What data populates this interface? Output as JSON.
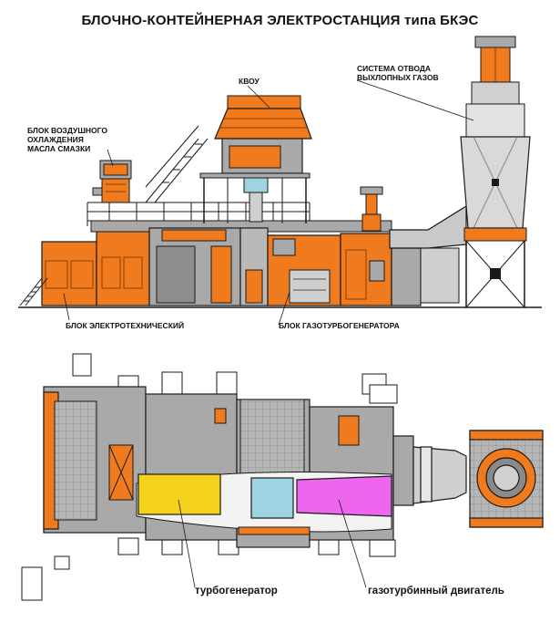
{
  "title": "БЛОЧНО-КОНТЕЙНЕРНАЯ ЭЛЕКТРОСТАНЦИЯ  типа БКЭС",
  "labels": {
    "kvou": "КВОУ",
    "exhaust_line1": "СИСТЕМА ОТВОДА",
    "exhaust_line2": "ВЫХЛОПНЫХ ГАЗОВ",
    "oil_line1": "БЛОК ВОЗДУШНОГО",
    "oil_line2": "ОХЛАЖДЕНИЯ",
    "oil_line3": "МАСЛА СМАЗКИ",
    "electro_block": "БЛОК ЭЛЕКТРОТЕХНИЧЕСКИЙ",
    "gtg_block": "БЛОК ГАЗОТУРБОГЕНЕРАТОРА",
    "turbogenerator": "турбогенератор",
    "gas_turbine": "газотурбинный двигатель"
  },
  "colors": {
    "orange": "#f07b1e",
    "gray": "#a9a9a9",
    "dark_gray": "#707070",
    "light_gray": "#cfcfcf",
    "yellow": "#f5d21c",
    "cyan": "#9ed3e2",
    "magenta": "#ee66ee",
    "outline": "#1a1a1a"
  }
}
